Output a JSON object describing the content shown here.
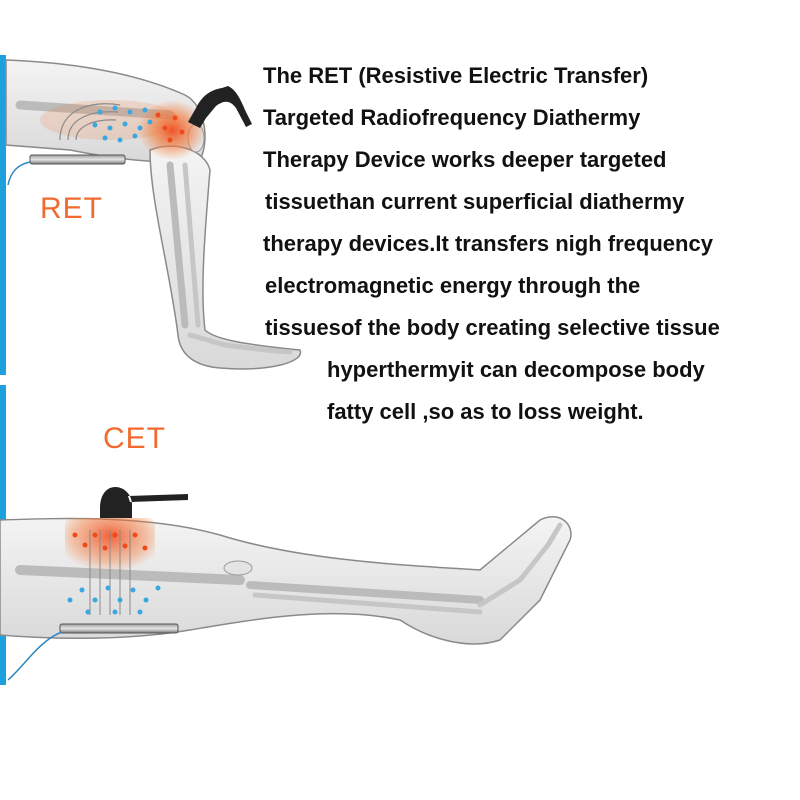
{
  "labels": {
    "ret": "RET",
    "cet": "CET"
  },
  "description": {
    "lines": [
      "The RET (Resistive Electric Transfer)",
      "Targeted Radiofrequency Diathermy",
      "Therapy Device works deeper targeted",
      " tissuethan current superficial diathermy",
      "therapy devices.It transfers nigh frequency",
      " electromagnetic energy through the",
      " tissuesof the body creating selective tissue",
      "hyperthermyit can decompose body",
      "fatty cell ,so as to loss weight."
    ]
  },
  "colors": {
    "label": "#f26a2e",
    "heat": "#f04a1c",
    "cool": "#3aa7e0",
    "bar": "#1ea0dc",
    "text": "#111111"
  },
  "icons": [
    "bent-knee-illustration",
    "extended-leg-illustration",
    "ret-handpiece-icon",
    "cet-handpiece-icon"
  ]
}
